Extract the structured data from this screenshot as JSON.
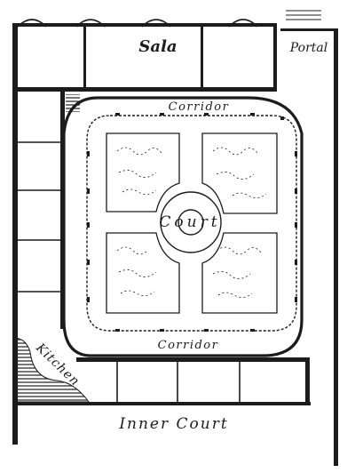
{
  "labels": {
    "sala": "Sala",
    "portal": "Portal",
    "corridor_top": "Corridor",
    "corridor_bottom": "Corridor",
    "court": "Court",
    "kitchen": "Kitchen",
    "inner_court": "Inner Court"
  },
  "colors": {
    "ink": "#1c1c1c",
    "paper": "#ffffff"
  }
}
